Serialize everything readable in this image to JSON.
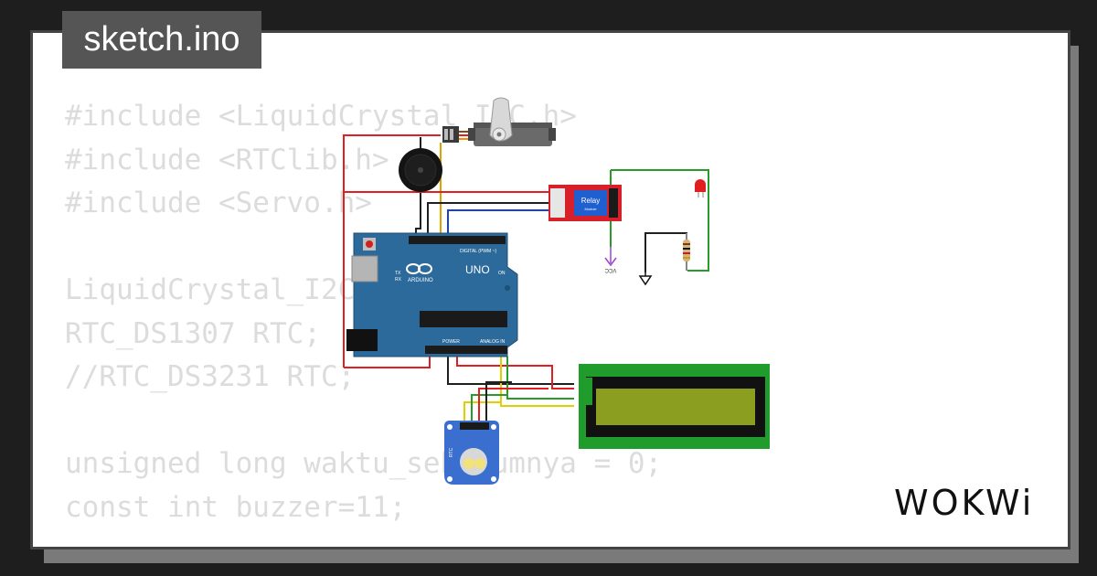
{
  "tab": {
    "filename": "sketch.ino"
  },
  "code_lines": [
    "#include <LiquidCrystal_I2C.h>",
    "#include <RTClib.h>",
    "#include <Servo.h>",
    "",
    "LiquidCrystal_I2C lcd(",
    "RTC_DS1307 RTC;",
    "//RTC_DS3231 RTC;",
    "",
    "unsigned long waktu_sebelumnya = 0;",
    "const int buzzer=11;"
  ],
  "components": {
    "arduino": {
      "board": "UNO",
      "brand": "ARDUINO",
      "on_label": "ON",
      "tx_label": "TX",
      "rx_label": "RX",
      "digital_label": "DIGITAL (PWM ~)",
      "power_label": "POWER",
      "analog_label": "ANALOG IN"
    },
    "relay": {
      "title": "Relay",
      "subtitle": "Module"
    },
    "vcc_label": "VCC",
    "rtc_label": "RTC"
  },
  "logo": {
    "text": "WOKWi"
  },
  "colors": {
    "background": "#1e1e1e",
    "card": "#ffffff",
    "tab": "#555555",
    "code_text": "#dcdcdc",
    "arduino_blue": "#2b6a9a",
    "relay_red": "#d8202a",
    "lcd_green": "#1f9c2b",
    "lcd_screen": "#8c9e1f",
    "rtc_blue": "#3a6fd0"
  }
}
